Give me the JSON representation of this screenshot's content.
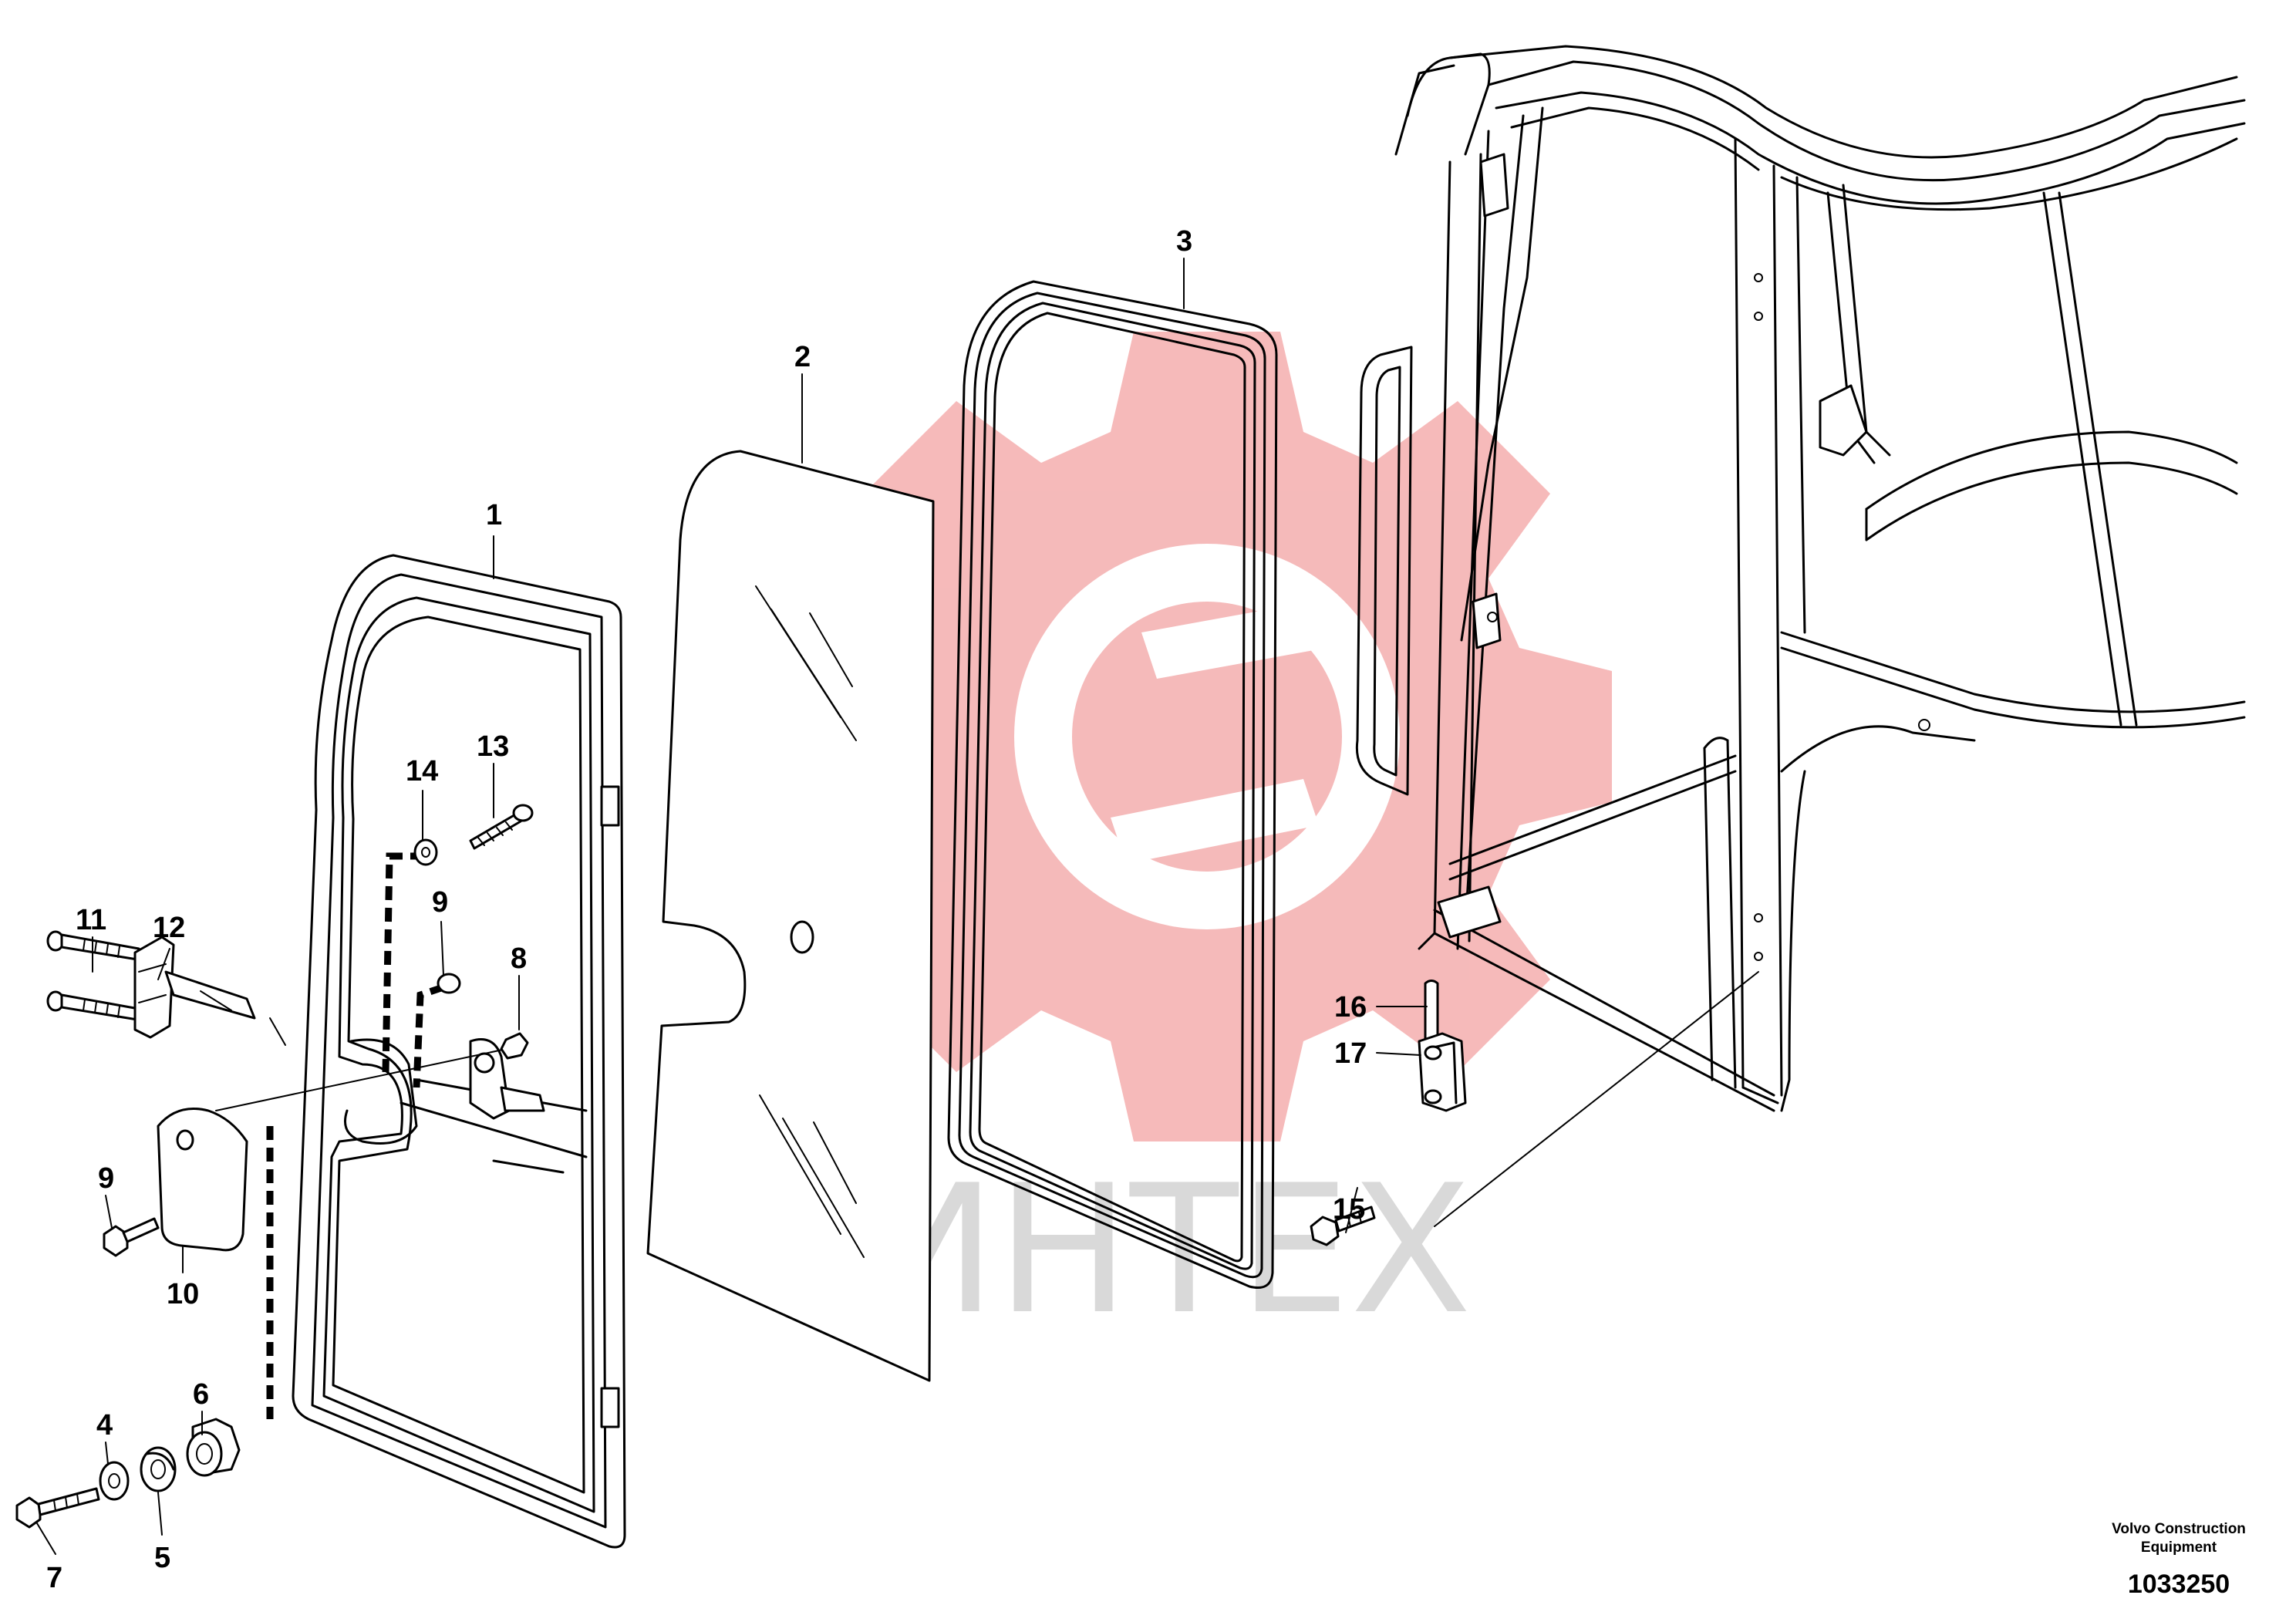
{
  "colors": {
    "watermark_red": "#f5b3b3",
    "watermark_grey": "#d9d9d9",
    "line": "#000000"
  },
  "watermark": {
    "text": "ИНТЕХ",
    "logo": "gear-logo"
  },
  "callouts": {
    "c1": "1",
    "c2": "2",
    "c3": "3",
    "c4": "4",
    "c5": "5",
    "c6": "6",
    "c7": "7",
    "c8": "8",
    "c9a": "9",
    "c9b": "9",
    "c10": "10",
    "c11": "11",
    "c12": "12",
    "c13": "13",
    "c14": "14",
    "c15": "15",
    "c16": "16",
    "c17": "17"
  },
  "credit": {
    "line1": "Volvo Construction",
    "line2": "Equipment"
  },
  "drawing_number": "1033250"
}
